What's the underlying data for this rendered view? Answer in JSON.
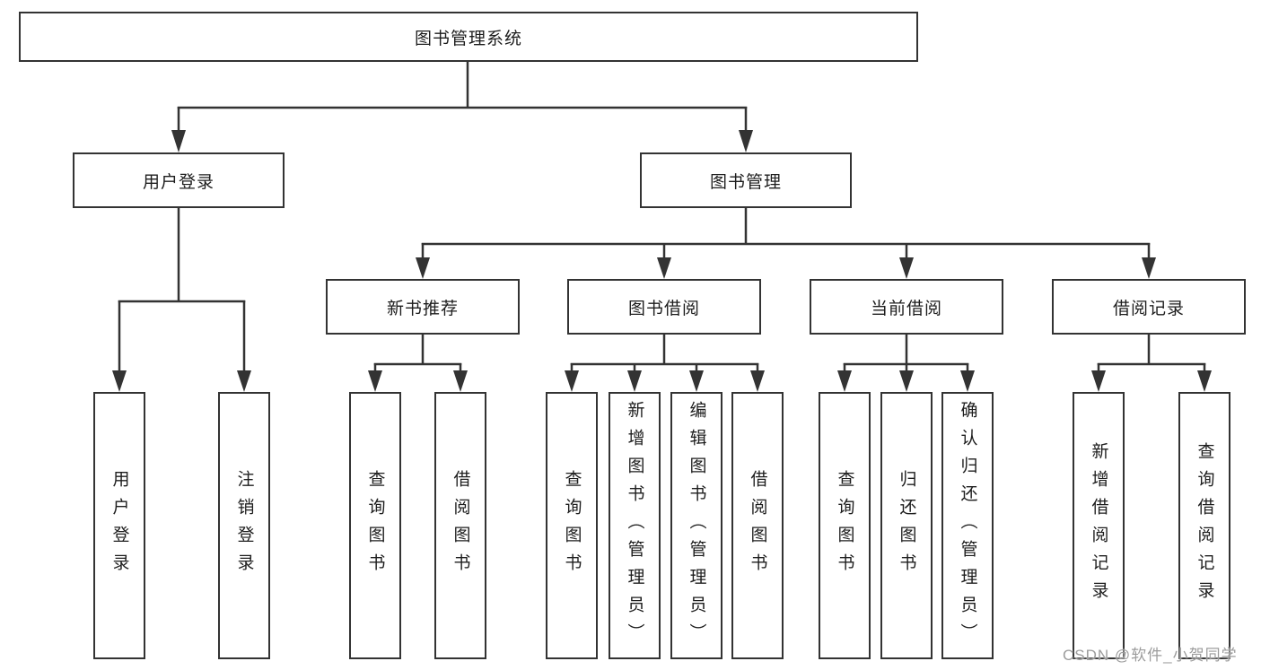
{
  "diagram": {
    "root": {
      "label": "图书管理系统"
    },
    "modules": [
      {
        "label": "用户登录",
        "features": [
          {
            "label": "用户登录"
          },
          {
            "label": "注销登录"
          }
        ]
      },
      {
        "label": "图书管理",
        "submodules": [
          {
            "label": "新书推荐",
            "features": [
              {
                "label": "查询图书"
              },
              {
                "label": "借阅图书"
              }
            ]
          },
          {
            "label": "图书借阅",
            "features": [
              {
                "label": "查询图书"
              },
              {
                "label": "新增图书（管理员）"
              },
              {
                "label": "编辑图书（管理员）"
              },
              {
                "label": "借阅图书"
              }
            ]
          },
          {
            "label": "当前借阅",
            "features": [
              {
                "label": "查询图书"
              },
              {
                "label": "归还图书"
              },
              {
                "label": "确认归还（管理员）"
              }
            ]
          },
          {
            "label": "借阅记录",
            "features": [
              {
                "label": "新增借阅记录"
              },
              {
                "label": "查询借阅记录"
              }
            ]
          }
        ]
      }
    ]
  },
  "watermark": {
    "text": "CSDN @软件_小贺同学"
  },
  "colors": {
    "line": "#333333",
    "box_border": "#333333",
    "box_fill": "#ffffff",
    "text": "#1d1d1d",
    "watermark": "#9c9c9c",
    "background": "#ffffff"
  }
}
